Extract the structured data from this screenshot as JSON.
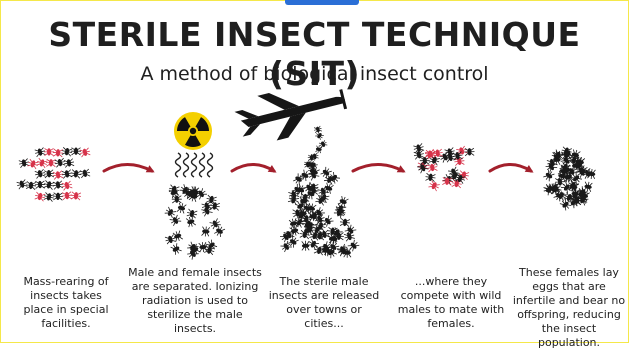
{
  "title": "STERILE INSECT TECHNIQUE (SIT)",
  "subtitle": "A method of biological insect control",
  "colors": {
    "insect": "#1a1a1a",
    "highlight": "#d6334a",
    "arrow": "#a3202c",
    "radiation_yellow": "#f4d000",
    "frame": "#f5e84a"
  },
  "icons": [
    "radiation-icon",
    "airplane-icon",
    "arrow-icon",
    "insect-icon"
  ],
  "steps": [
    {
      "caption": "Mass-rearing of insects takes place in special facilities."
    },
    {
      "caption": "Male and female insects are separated. Ionizing radiation is used to sterilize the male insects."
    },
    {
      "caption": "The sterile male insects are released over towns or cities..."
    },
    {
      "caption": "...where they compete with wild males to mate with females."
    },
    {
      "caption": "These females lay eggs that are infertile and bear no offspring, reducing the insect population."
    }
  ]
}
